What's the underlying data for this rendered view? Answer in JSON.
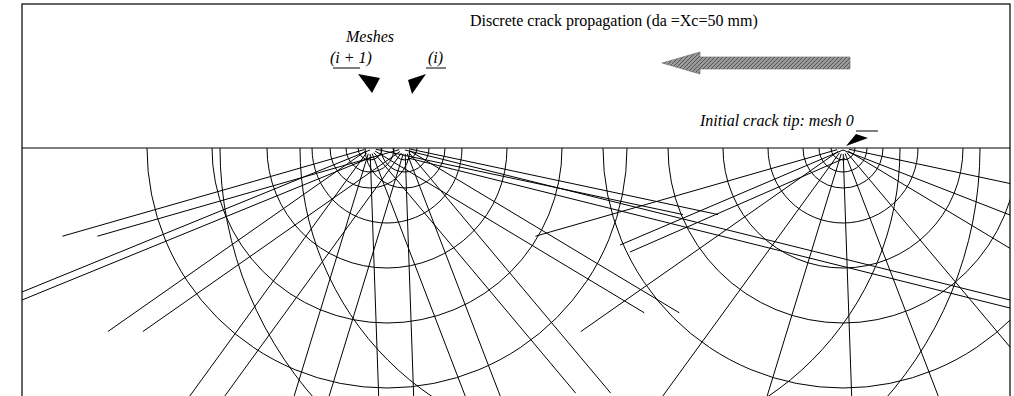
{
  "diagram": {
    "labels": [
      "Discrete crack propagation (da =Xc=50 mm)",
      "Meshes",
      "(i + 1)",
      "(i)",
      "Initial crack tip: mesh 0"
    ]
  }
}
